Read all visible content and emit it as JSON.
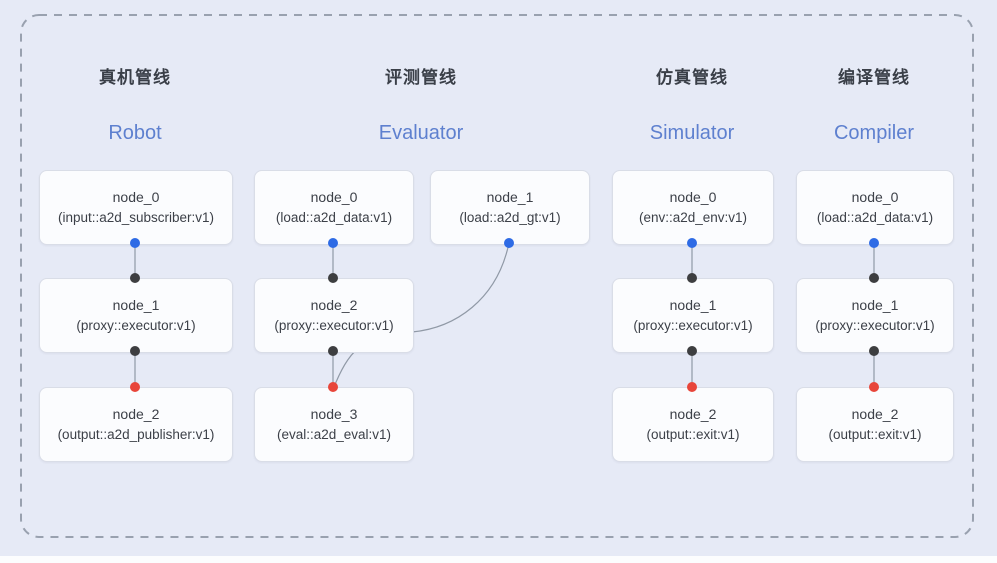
{
  "colors": {
    "bg": "#e6eaf6",
    "frame": "#99a1af",
    "line": "#9099a6",
    "port_blue": "#2e6be5",
    "port_dark": "#3d3e40",
    "port_red": "#e8453a",
    "title_zh": "#3a3f48",
    "title_en": "#5e80cf",
    "node_bg": "#fbfcfe",
    "node_border": "#d9dde7",
    "node_text": "#3c4048"
  },
  "pipelines": [
    {
      "id": "robot",
      "title_zh": "真机管线",
      "title_en": "Robot",
      "nodes": [
        {
          "name": "node_0",
          "type": "(input::a2d_subscriber:v1)"
        },
        {
          "name": "node_1",
          "type": "(proxy::executor:v1)"
        },
        {
          "name": "node_2",
          "type": "(output::a2d_publisher:v1)"
        }
      ]
    },
    {
      "id": "evaluator",
      "title_zh": "评测管线",
      "title_en": "Evaluator",
      "nodes": [
        {
          "name": "node_0",
          "type": "(load::a2d_data:v1)"
        },
        {
          "name": "node_1",
          "type": "(load::a2d_gt:v1)"
        },
        {
          "name": "node_2",
          "type": "(proxy::executor:v1)"
        },
        {
          "name": "node_3",
          "type": "(eval::a2d_eval:v1)"
        }
      ]
    },
    {
      "id": "simulator",
      "title_zh": "仿真管线",
      "title_en": "Simulator",
      "nodes": [
        {
          "name": "node_0",
          "type": "(env::a2d_env:v1)"
        },
        {
          "name": "node_1",
          "type": "(proxy::executor:v1)"
        },
        {
          "name": "node_2",
          "type": "(output::exit:v1)"
        }
      ]
    },
    {
      "id": "compiler",
      "title_zh": "编译管线",
      "title_en": "Compiler",
      "nodes": [
        {
          "name": "node_0",
          "type": "(load::a2d_data:v1)"
        },
        {
          "name": "node_1",
          "type": "(proxy::executor:v1)"
        },
        {
          "name": "node_2",
          "type": "(output::exit:v1)"
        }
      ]
    }
  ]
}
